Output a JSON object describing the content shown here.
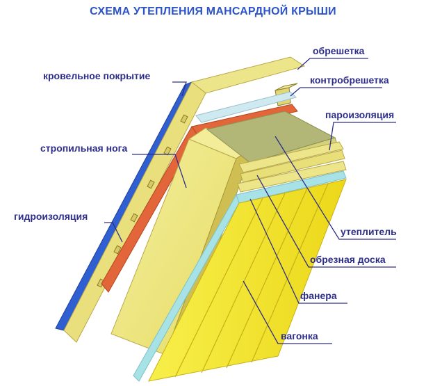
{
  "title": "СХЕМА УТЕПЛЕНИЯ МАНСАРДНОЙ КРЫШИ",
  "labels": {
    "battens": "обрешетка",
    "roofing": "кровельное покрытие",
    "counter_battens": "контробрешетка",
    "vapor_barrier": "пароизоляция",
    "rafter": "стропильная нога",
    "waterproofing": "гидроизоляция",
    "insulation": "утеплитель",
    "edged_board": "обрезная доска",
    "plywood": "фанера",
    "lining": "вагонка"
  },
  "colors": {
    "label_text": "#2d2d8a",
    "title_text": "#2c54c8",
    "leader_line": "#2d2d8a",
    "roofing": "#2f5fd0",
    "membrane": "#e2663a",
    "wood": "#ede67d",
    "wood_shadow": "#c9b64a",
    "insulation": "#b2b676",
    "vapor": "#a7e2e6",
    "lining": "#f2e623"
  }
}
